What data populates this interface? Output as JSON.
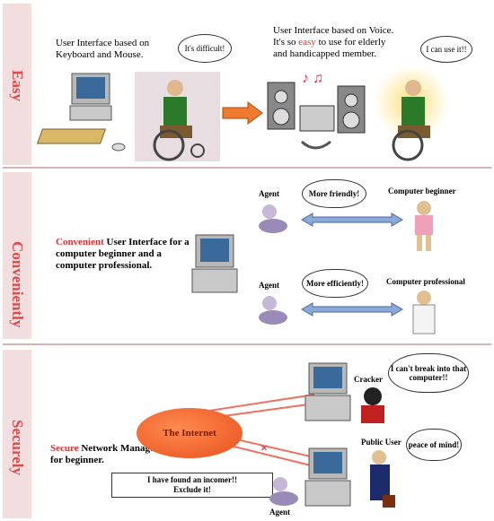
{
  "sections": [
    {
      "label": "Easy"
    },
    {
      "label": "Conveniently"
    },
    {
      "label": "Securely"
    }
  ],
  "easy": {
    "keyboard_text": "User Interface based on Keyboard and Mouse.",
    "difficult_bubble": "It's difficult!",
    "voice_text_1": "User Interface based on Voice.",
    "voice_text_2a": "It's so ",
    "voice_text_2b": "easy",
    "voice_text_2c": " to use for elderly",
    "voice_text_3": "and handicapped member.",
    "can_use_bubble": "I can use it!!"
  },
  "convenient": {
    "agent_label_1": "Agent",
    "agent_label_2": "Agent",
    "friendly_cloud": "More friendly!",
    "efficiently_cloud": "More efficiently!",
    "beginner_label": "Computer beginner",
    "professional_label": "Computer professional",
    "main_text_red": "Convenient",
    "main_text_rest": " User Interface for a computer beginner and a computer professional."
  },
  "secure": {
    "cracker_label": "Cracker",
    "cracker_cloud": "I can't break into that computer!!",
    "internet_label": "The Internet",
    "public_user_label": "Public User",
    "peace_cloud": "peace of mind!",
    "main_text_red": "Secure",
    "main_text_rest": " Network Management for beginner.",
    "incomer_note_1": "I have found an incomer!!",
    "incomer_note_2": "Exclude it!",
    "agent_label": "Agent"
  }
}
